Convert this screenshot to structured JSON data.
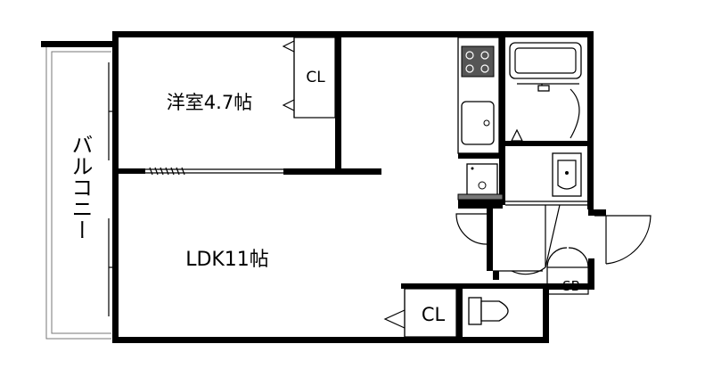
{
  "rooms": {
    "western_room": "洋室4.7帖",
    "ldk": "LDK11帖",
    "balcony": "バルコニー",
    "closet_bedroom": "CL",
    "closet_ldk": "CL",
    "shoe_box": "SB"
  }
}
